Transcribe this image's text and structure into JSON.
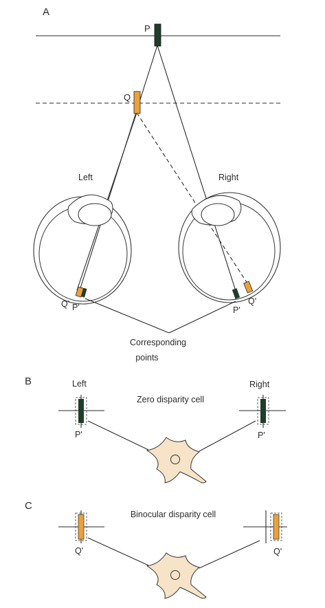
{
  "colors": {
    "near_point": "#e9a23b",
    "far_point": "#1f3d2a",
    "neuron_fill": "#f6e3c8",
    "line": "#2a2a2a"
  },
  "panel_a": {
    "label": "A",
    "point_p": "P",
    "point_q": "Q",
    "left_eye": "Left",
    "right_eye": "Right",
    "left_q_image": "Q'",
    "left_p_image": "P'",
    "right_p_image": "P'",
    "right_q_image": "Q'",
    "corresponding_line1": "Corresponding",
    "corresponding_line2": "points"
  },
  "panel_b": {
    "label": "B",
    "left_field": "Left",
    "right_field": "Right",
    "cell_title": "Zero disparity cell",
    "left_field_point": "P'",
    "right_field_point": "P'"
  },
  "panel_c": {
    "label": "C",
    "cell_title": "Binocular disparity cell",
    "left_field_point": "Q'",
    "right_field_point": "Q'"
  }
}
